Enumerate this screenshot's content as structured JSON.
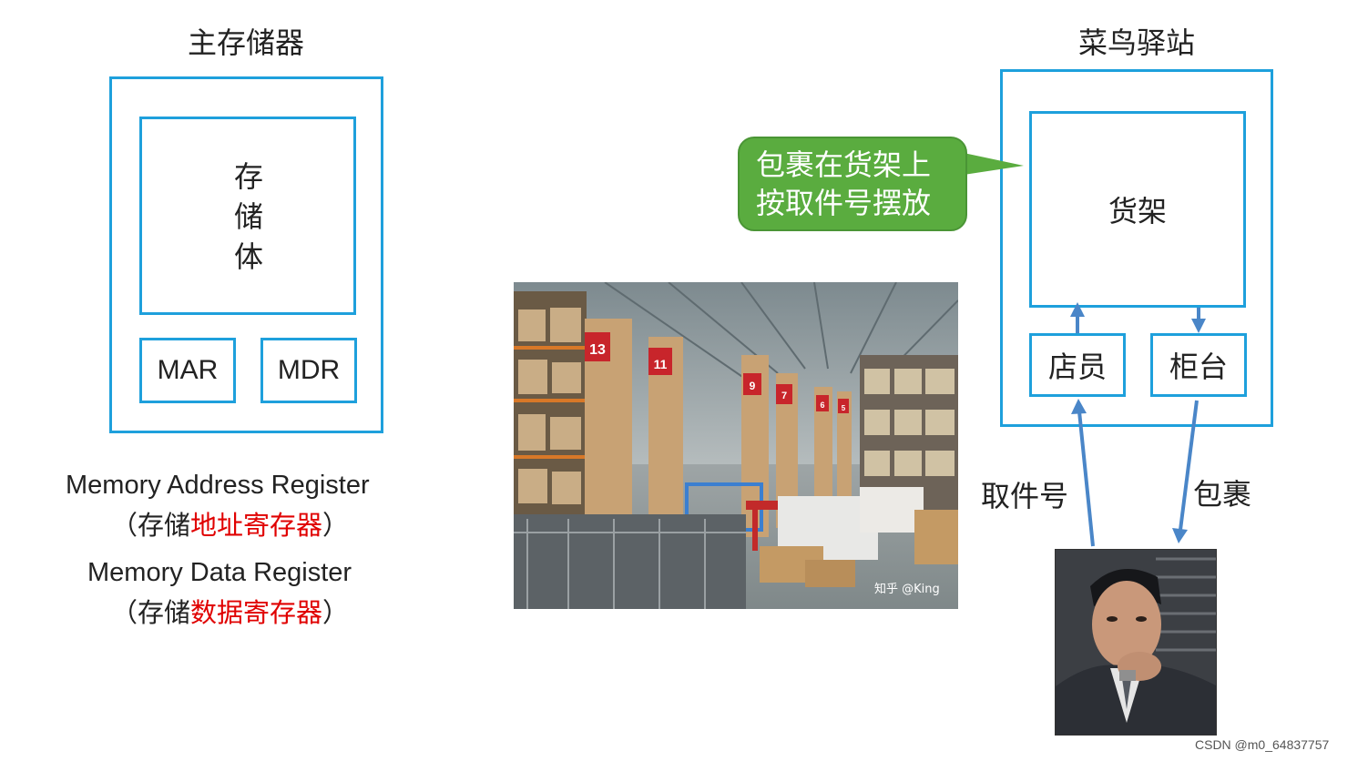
{
  "left": {
    "title": "主存储器",
    "storage_chars": [
      "存",
      "储",
      "体"
    ],
    "mar": "MAR",
    "mdr": "MDR",
    "mar_full": "Memory Address Register",
    "mar_cn_prefix": "（存储",
    "mar_cn_red": "地址寄存器",
    "mar_cn_suffix": "）",
    "mdr_full": "Memory Data Register",
    "mdr_cn_prefix": "（存储",
    "mdr_cn_red": "数据寄存器",
    "mdr_cn_suffix": "）"
  },
  "middle": {
    "shelf_numbers": [
      "13",
      "11",
      "9",
      "7",
      "6",
      "5"
    ],
    "watermark": "知乎 @King"
  },
  "right": {
    "title": "菜鸟驿站",
    "callout_line1": "包裹在货架上",
    "callout_line2": "按取件号摆放",
    "shelf": "货架",
    "clerk": "店员",
    "counter": "柜台",
    "pickup_code": "取件号",
    "package": "包裹"
  },
  "credit": "CSDN @m0_64837757",
  "colors": {
    "box_border": "#1ea0dc",
    "arrow": "#4a86c8",
    "callout_fill": "#5aac3f",
    "highlight_red": "#e00000"
  }
}
